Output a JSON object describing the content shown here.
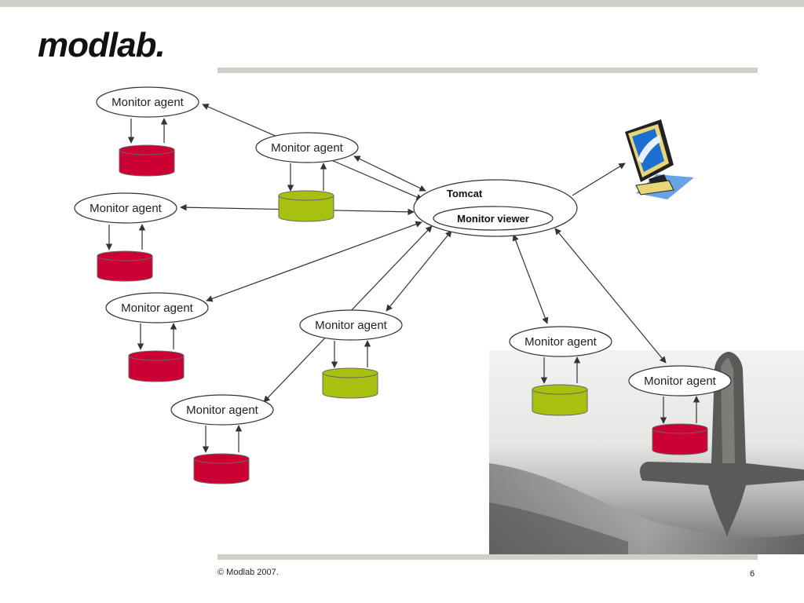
{
  "brand": {
    "logo": "modlab."
  },
  "server": {
    "name": "Tomcat",
    "viewer": "Monitor viewer"
  },
  "agents": [
    {
      "label": "Monitor agent",
      "db_color": "#cc0033"
    },
    {
      "label": "Monitor agent",
      "db_color": "#a8c010"
    },
    {
      "label": "Monitor agent",
      "db_color": "#cc0033"
    },
    {
      "label": "Monitor agent",
      "db_color": "#cc0033"
    },
    {
      "label": "Monitor agent",
      "db_color": "#a8c010"
    },
    {
      "label": "Monitor agent",
      "db_color": "#cc0033"
    },
    {
      "label": "Monitor agent",
      "db_color": "#a8c010"
    },
    {
      "label": "Monitor agent",
      "db_color": "#cc0033"
    }
  ],
  "footer": {
    "copyright": "© Modlab 2007.",
    "page": "6"
  },
  "colors": {
    "rule": "#cfcfc7",
    "red_db": "#cc0033",
    "green_db": "#a8c010",
    "monitor_screen": "#1a6fd0"
  },
  "icons": [
    "computer-monitor-icon"
  ]
}
